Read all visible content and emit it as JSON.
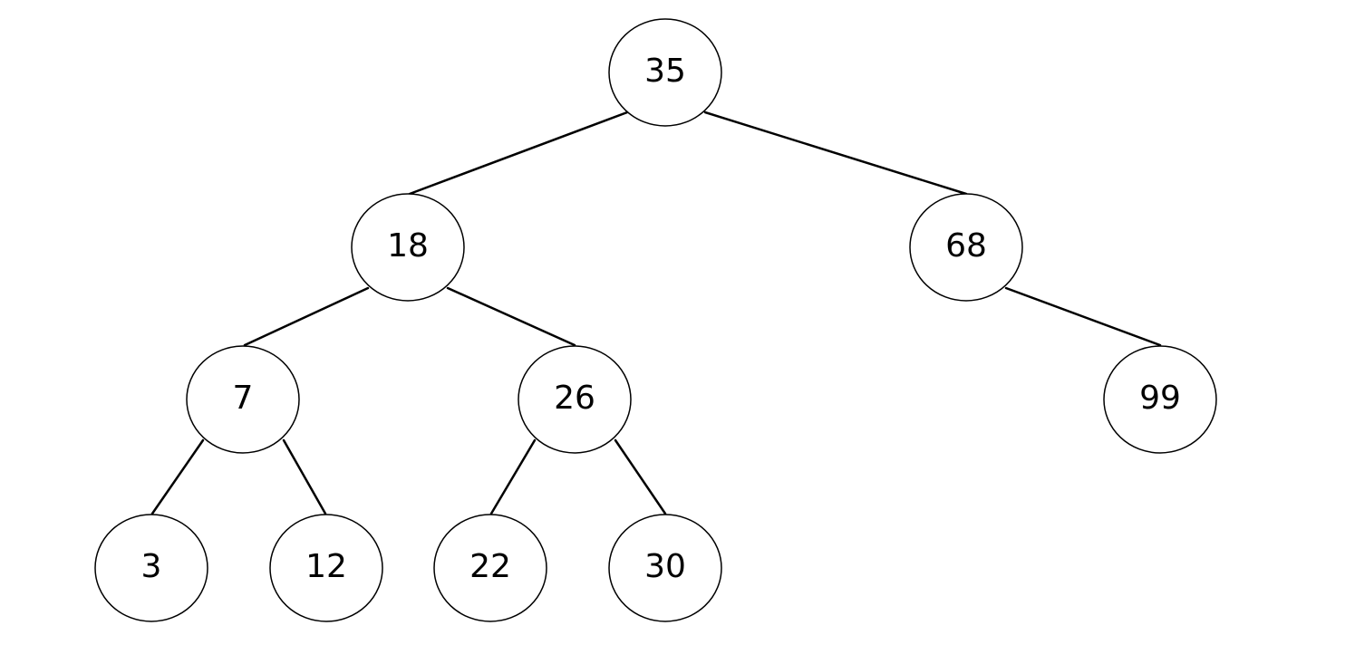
{
  "tree": {
    "nodes": [
      {
        "id": "n35",
        "label": "35"
      },
      {
        "id": "n18",
        "label": "18"
      },
      {
        "id": "n68",
        "label": "68"
      },
      {
        "id": "n7",
        "label": "7"
      },
      {
        "id": "n26",
        "label": "26"
      },
      {
        "id": "n99",
        "label": "99"
      },
      {
        "id": "n3",
        "label": "3"
      },
      {
        "id": "n12",
        "label": "12"
      },
      {
        "id": "n22",
        "label": "22"
      },
      {
        "id": "n30",
        "label": "30"
      }
    ],
    "edges": [
      {
        "from": "n35",
        "to": "n18"
      },
      {
        "from": "n35",
        "to": "n68"
      },
      {
        "from": "n18",
        "to": "n7"
      },
      {
        "from": "n18",
        "to": "n26"
      },
      {
        "from": "n68",
        "to": "n99"
      },
      {
        "from": "n7",
        "to": "n3"
      },
      {
        "from": "n7",
        "to": "n12"
      },
      {
        "from": "n26",
        "to": "n22"
      },
      {
        "from": "n26",
        "to": "n30"
      }
    ]
  }
}
